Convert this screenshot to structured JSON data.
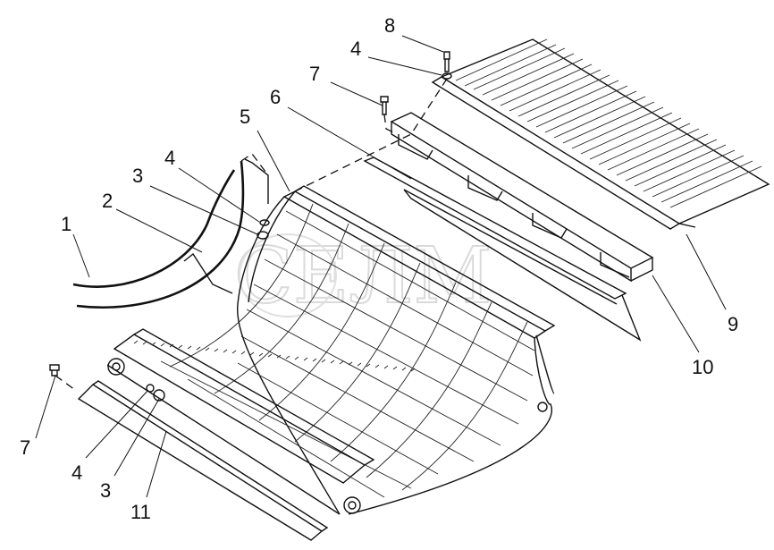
{
  "diagram": {
    "callouts": [
      {
        "id": "c1",
        "label": "1"
      },
      {
        "id": "c2",
        "label": "2"
      },
      {
        "id": "c3a",
        "label": "3"
      },
      {
        "id": "c4a",
        "label": "4"
      },
      {
        "id": "c5",
        "label": "5"
      },
      {
        "id": "c6",
        "label": "6"
      },
      {
        "id": "c7a",
        "label": "7"
      },
      {
        "id": "c4b",
        "label": "4"
      },
      {
        "id": "c8",
        "label": "8"
      },
      {
        "id": "c9",
        "label": "9"
      },
      {
        "id": "c10",
        "label": "10"
      },
      {
        "id": "c7b",
        "label": "7"
      },
      {
        "id": "c4c",
        "label": "4"
      },
      {
        "id": "c3b",
        "label": "3"
      },
      {
        "id": "c11",
        "label": "11"
      }
    ],
    "watermark": "СЕЛМ"
  }
}
